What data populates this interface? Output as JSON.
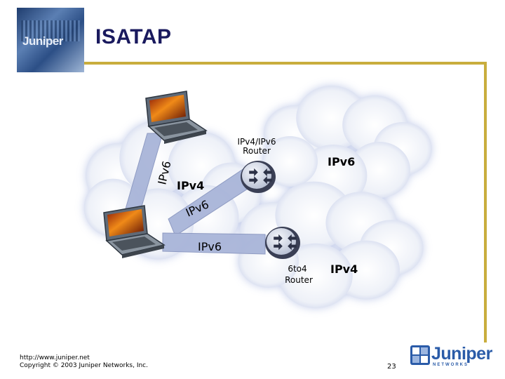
{
  "header": {
    "title": "ISATAP",
    "logo_brand": "Juniper"
  },
  "diagram": {
    "labels": {
      "router_top": [
        "IPv4/IPv6",
        "Router"
      ],
      "router_bottom": [
        "6to4",
        "Router"
      ],
      "cloud_right_top": "IPv6",
      "cloud_right_bottom": "IPv4",
      "cloud_left": "IPv4",
      "link_laptop_laptop": "IPv6",
      "link_laptop_router": "IPv6",
      "link_laptop_router_bottom": "IPv6"
    },
    "colors": {
      "cloud_glow": "#b9c4e6",
      "link_band": "#a9b5d9",
      "router": "#3a3f55"
    },
    "icons": [
      "laptop-icon",
      "router-icon",
      "cloud-icon"
    ]
  },
  "footer": {
    "url": "http://www.juniper.net",
    "copyright": "Copyright © 2003 Juniper Networks, Inc.",
    "page_number": "23",
    "logo_word": "Juniper",
    "logo_sub": "NETWORKS"
  }
}
